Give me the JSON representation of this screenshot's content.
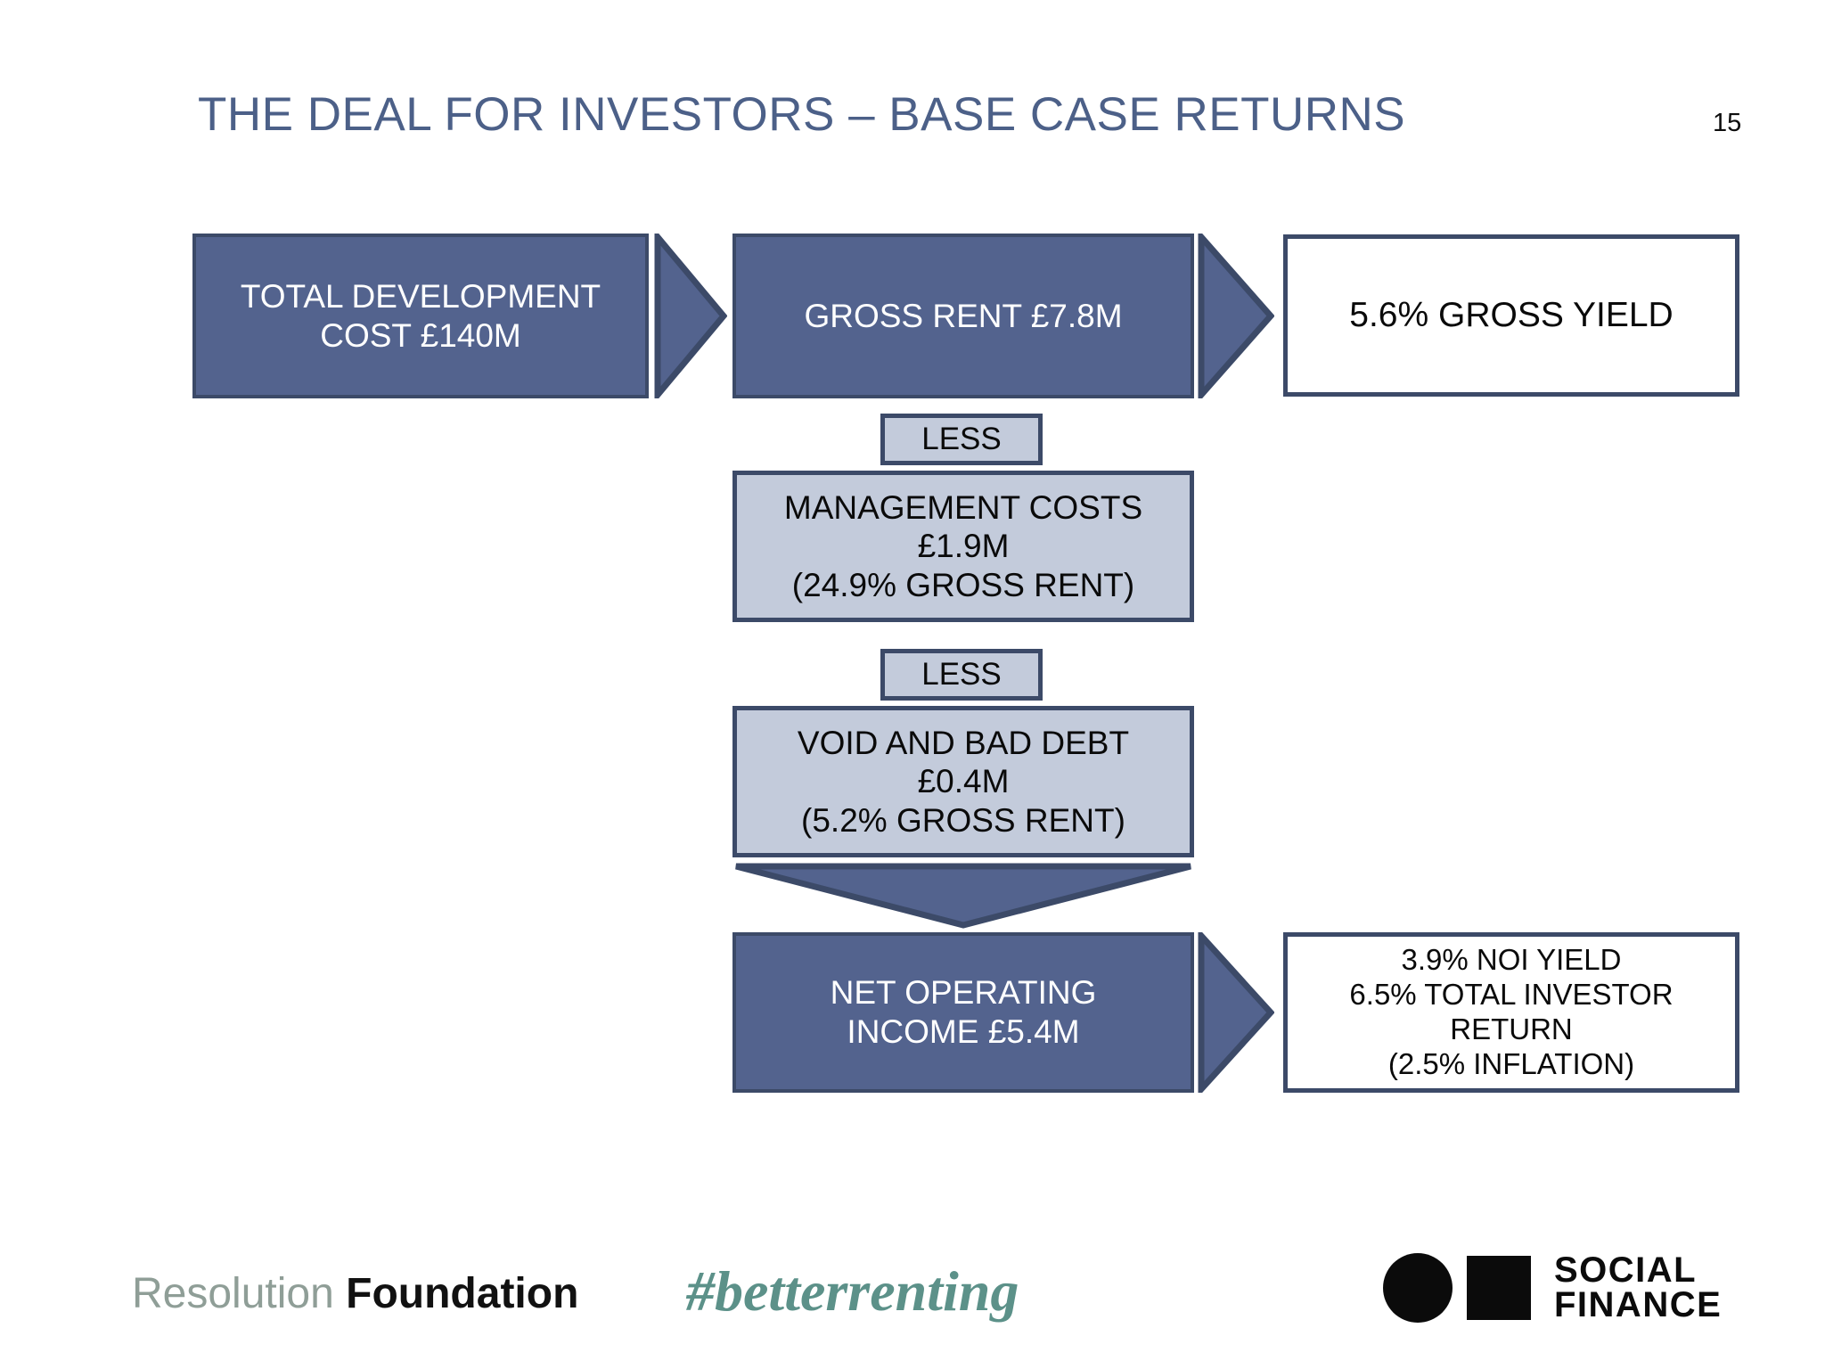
{
  "slide": {
    "title": "THE DEAL FOR INVESTORS – BASE CASE RETURNS",
    "page_number": "15"
  },
  "colors": {
    "title": "#4c6088",
    "box_blue_fill": "#53638e",
    "box_border": "#3c4a68",
    "box_grey_fill": "#c3cbdb",
    "hashtag_teal": "#5c9189",
    "resolution_grey": "#8f9e97"
  },
  "flow": {
    "total_development_cost": {
      "line1": "TOTAL DEVELOPMENT",
      "line2": "COST  £140M"
    },
    "gross_rent": {
      "line1": "GROSS RENT £7.8M"
    },
    "gross_yield": {
      "line1": "5.6% GROSS YIELD"
    },
    "less_1": "LESS",
    "management_costs": {
      "line1": "MANAGEMENT COSTS",
      "line2": "£1.9M",
      "line3": "(24.9% GROSS RENT)"
    },
    "less_2": "LESS",
    "void_and_bad_debt": {
      "line1": "VOID AND BAD DEBT",
      "line2": "£0.4M",
      "line3": "(5.2% GROSS RENT)"
    },
    "net_operating_income": {
      "line1": "NET OPERATING",
      "line2": "INCOME £5.4M"
    },
    "noi_returns": {
      "line1": "3.9% NOI YIELD",
      "line2": "6.5% TOTAL INVESTOR",
      "line3": "RETURN",
      "line4": "(2.5% INFLATION)"
    }
  },
  "footer": {
    "resolution_foundation": {
      "word1": "Resolution",
      "word2": " Foundation"
    },
    "hashtag": "#betterrenting",
    "social_finance": {
      "line1": "SOCIAL",
      "line2": "FINANCE"
    }
  }
}
